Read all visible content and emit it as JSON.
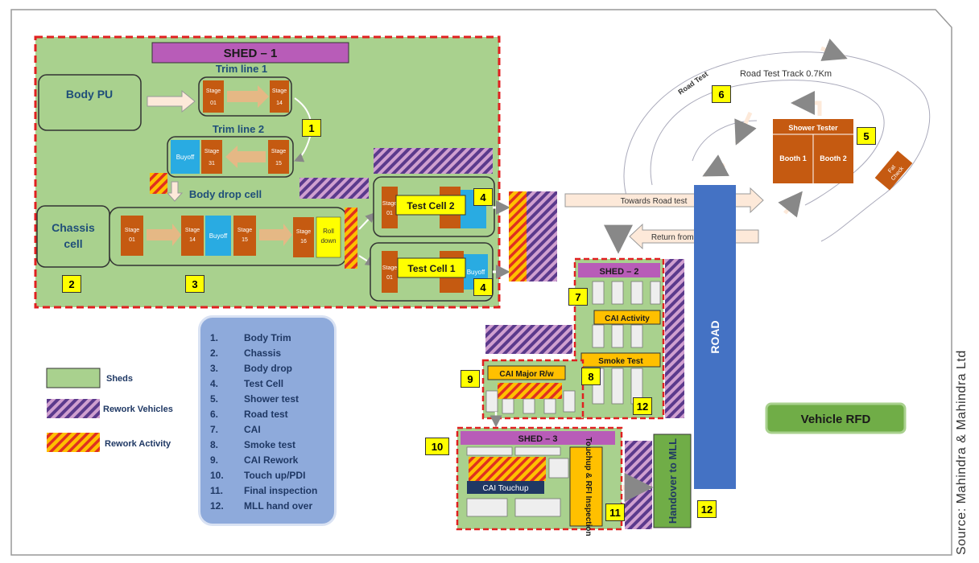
{
  "shed1": {
    "title": "SHED – 1",
    "body_pu": "Body PU",
    "trim1": "Trim line 1",
    "trim2": "Trim line 2",
    "body_drop": "Body drop cell",
    "chassis": "Chassis cell"
  },
  "stages": {
    "s01": "Stage 01",
    "s14": "Stage 14",
    "s31": "Stage 31",
    "s15": "Stage 15",
    "buyoff": "Buyoff",
    "s16": "Stage 16",
    "roll_down": "Roll down"
  },
  "test_cells": {
    "cell2": "Test Cell 2",
    "cell1": "Test Cell 1",
    "stage": "Stage 01"
  },
  "road_test": {
    "track": "Road Test Track 0.7Km",
    "road_test": "Road Test",
    "towards": "Towards Road test",
    "return": "Return from Road test",
    "shower": "Shower Tester",
    "booth1": "Booth 1",
    "booth2": "Booth 2",
    "fat_check": "Fat Check"
  },
  "road": "ROAD",
  "shed2": {
    "title": "SHED – 2",
    "cai_activity": "CAI Activity",
    "smoke_test": "Smoke Test",
    "cai_major": "CAI Major R/w"
  },
  "shed3": {
    "title": "SHED – 3",
    "cai_touchup": "CAI Touchup",
    "touchup_rfi": "Touchup & RFI Inspection"
  },
  "handover": "Handover to MLL",
  "vehicle_rfd": "Vehicle RFD",
  "tags": [
    "1",
    "2",
    "3",
    "4",
    "4",
    "5",
    "6",
    "7",
    "8",
    "9",
    "10",
    "11",
    "12",
    "12"
  ],
  "legend": {
    "sheds": "Sheds",
    "rework_vehicles": "Rework Vehicles",
    "rework_activity": "Rework Activity"
  },
  "steps": [
    {
      "n": "1.",
      "t": "Body Trim"
    },
    {
      "n": "2.",
      "t": "Chassis"
    },
    {
      "n": "3.",
      "t": "Body drop"
    },
    {
      "n": "4.",
      "t": "Test Cell"
    },
    {
      "n": "5.",
      "t": "Shower test"
    },
    {
      "n": "6.",
      "t": "Road test"
    },
    {
      "n": "7.",
      "t": "CAI"
    },
    {
      "n": "8.",
      "t": "Smoke test"
    },
    {
      "n": "9.",
      "t": "CAI Rework"
    },
    {
      "n": "10.",
      "t": "Touch up/PDI"
    },
    {
      "n": "11.",
      "t": "Final inspection"
    },
    {
      "n": "12.",
      "t": "MLL hand over"
    }
  ],
  "source": "Source: Mahindra & Mahindra Ltd",
  "colors": {
    "shed": "#a9d18e",
    "shed_border": "#e02020",
    "title_bar": "#b85cb8",
    "stage": "#c55a11",
    "buyoff": "#29abe2",
    "road": "#4472c4",
    "tag": "#ffff00",
    "legend_panel": "#8eaadb"
  }
}
